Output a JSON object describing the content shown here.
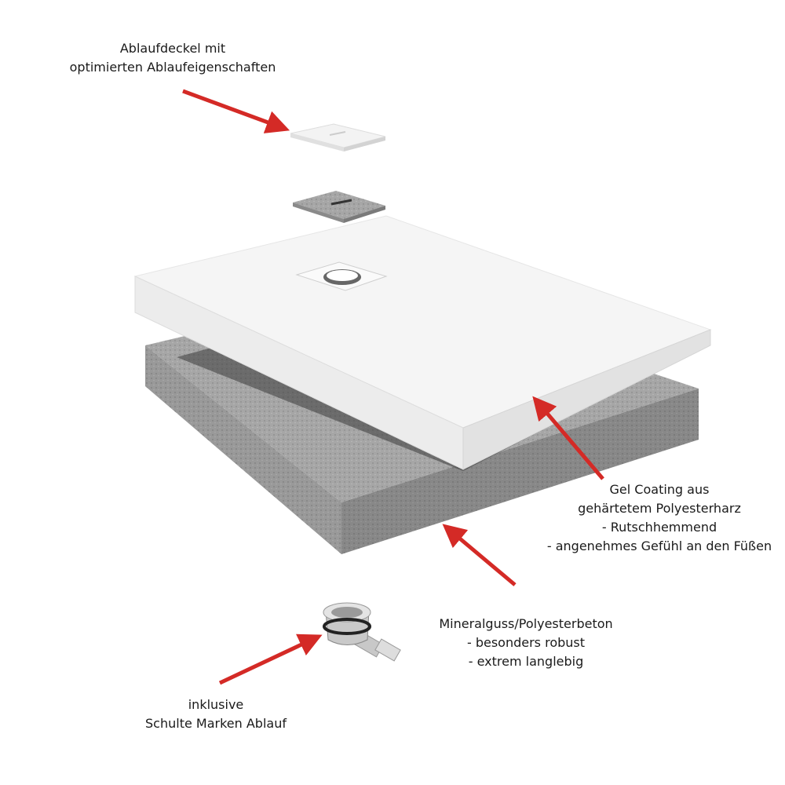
{
  "labels": {
    "drain_cover": [
      "Ablaufdeckel mit",
      "optimierten Ablaufeigenschaften"
    ],
    "gel_coating": [
      "Gel Coating aus",
      "gehärtetem Polyesterharz",
      "- Rutschhemmend",
      "- angenehmes Gefühl an den Füßen"
    ],
    "mineral_cast": [
      "Mineralguss/Polyesterbeton",
      "- besonders robust",
      "- extrem langlebig"
    ],
    "drain": [
      "inklusive",
      "Schulte Marken Ablauf"
    ]
  },
  "colors": {
    "arrow": "#d42a26",
    "tray_top": "#f4f4f4",
    "tray_side": "#e8e8e8",
    "concrete": "#a9a9a9",
    "concrete_dark": "#8f8f8f"
  }
}
